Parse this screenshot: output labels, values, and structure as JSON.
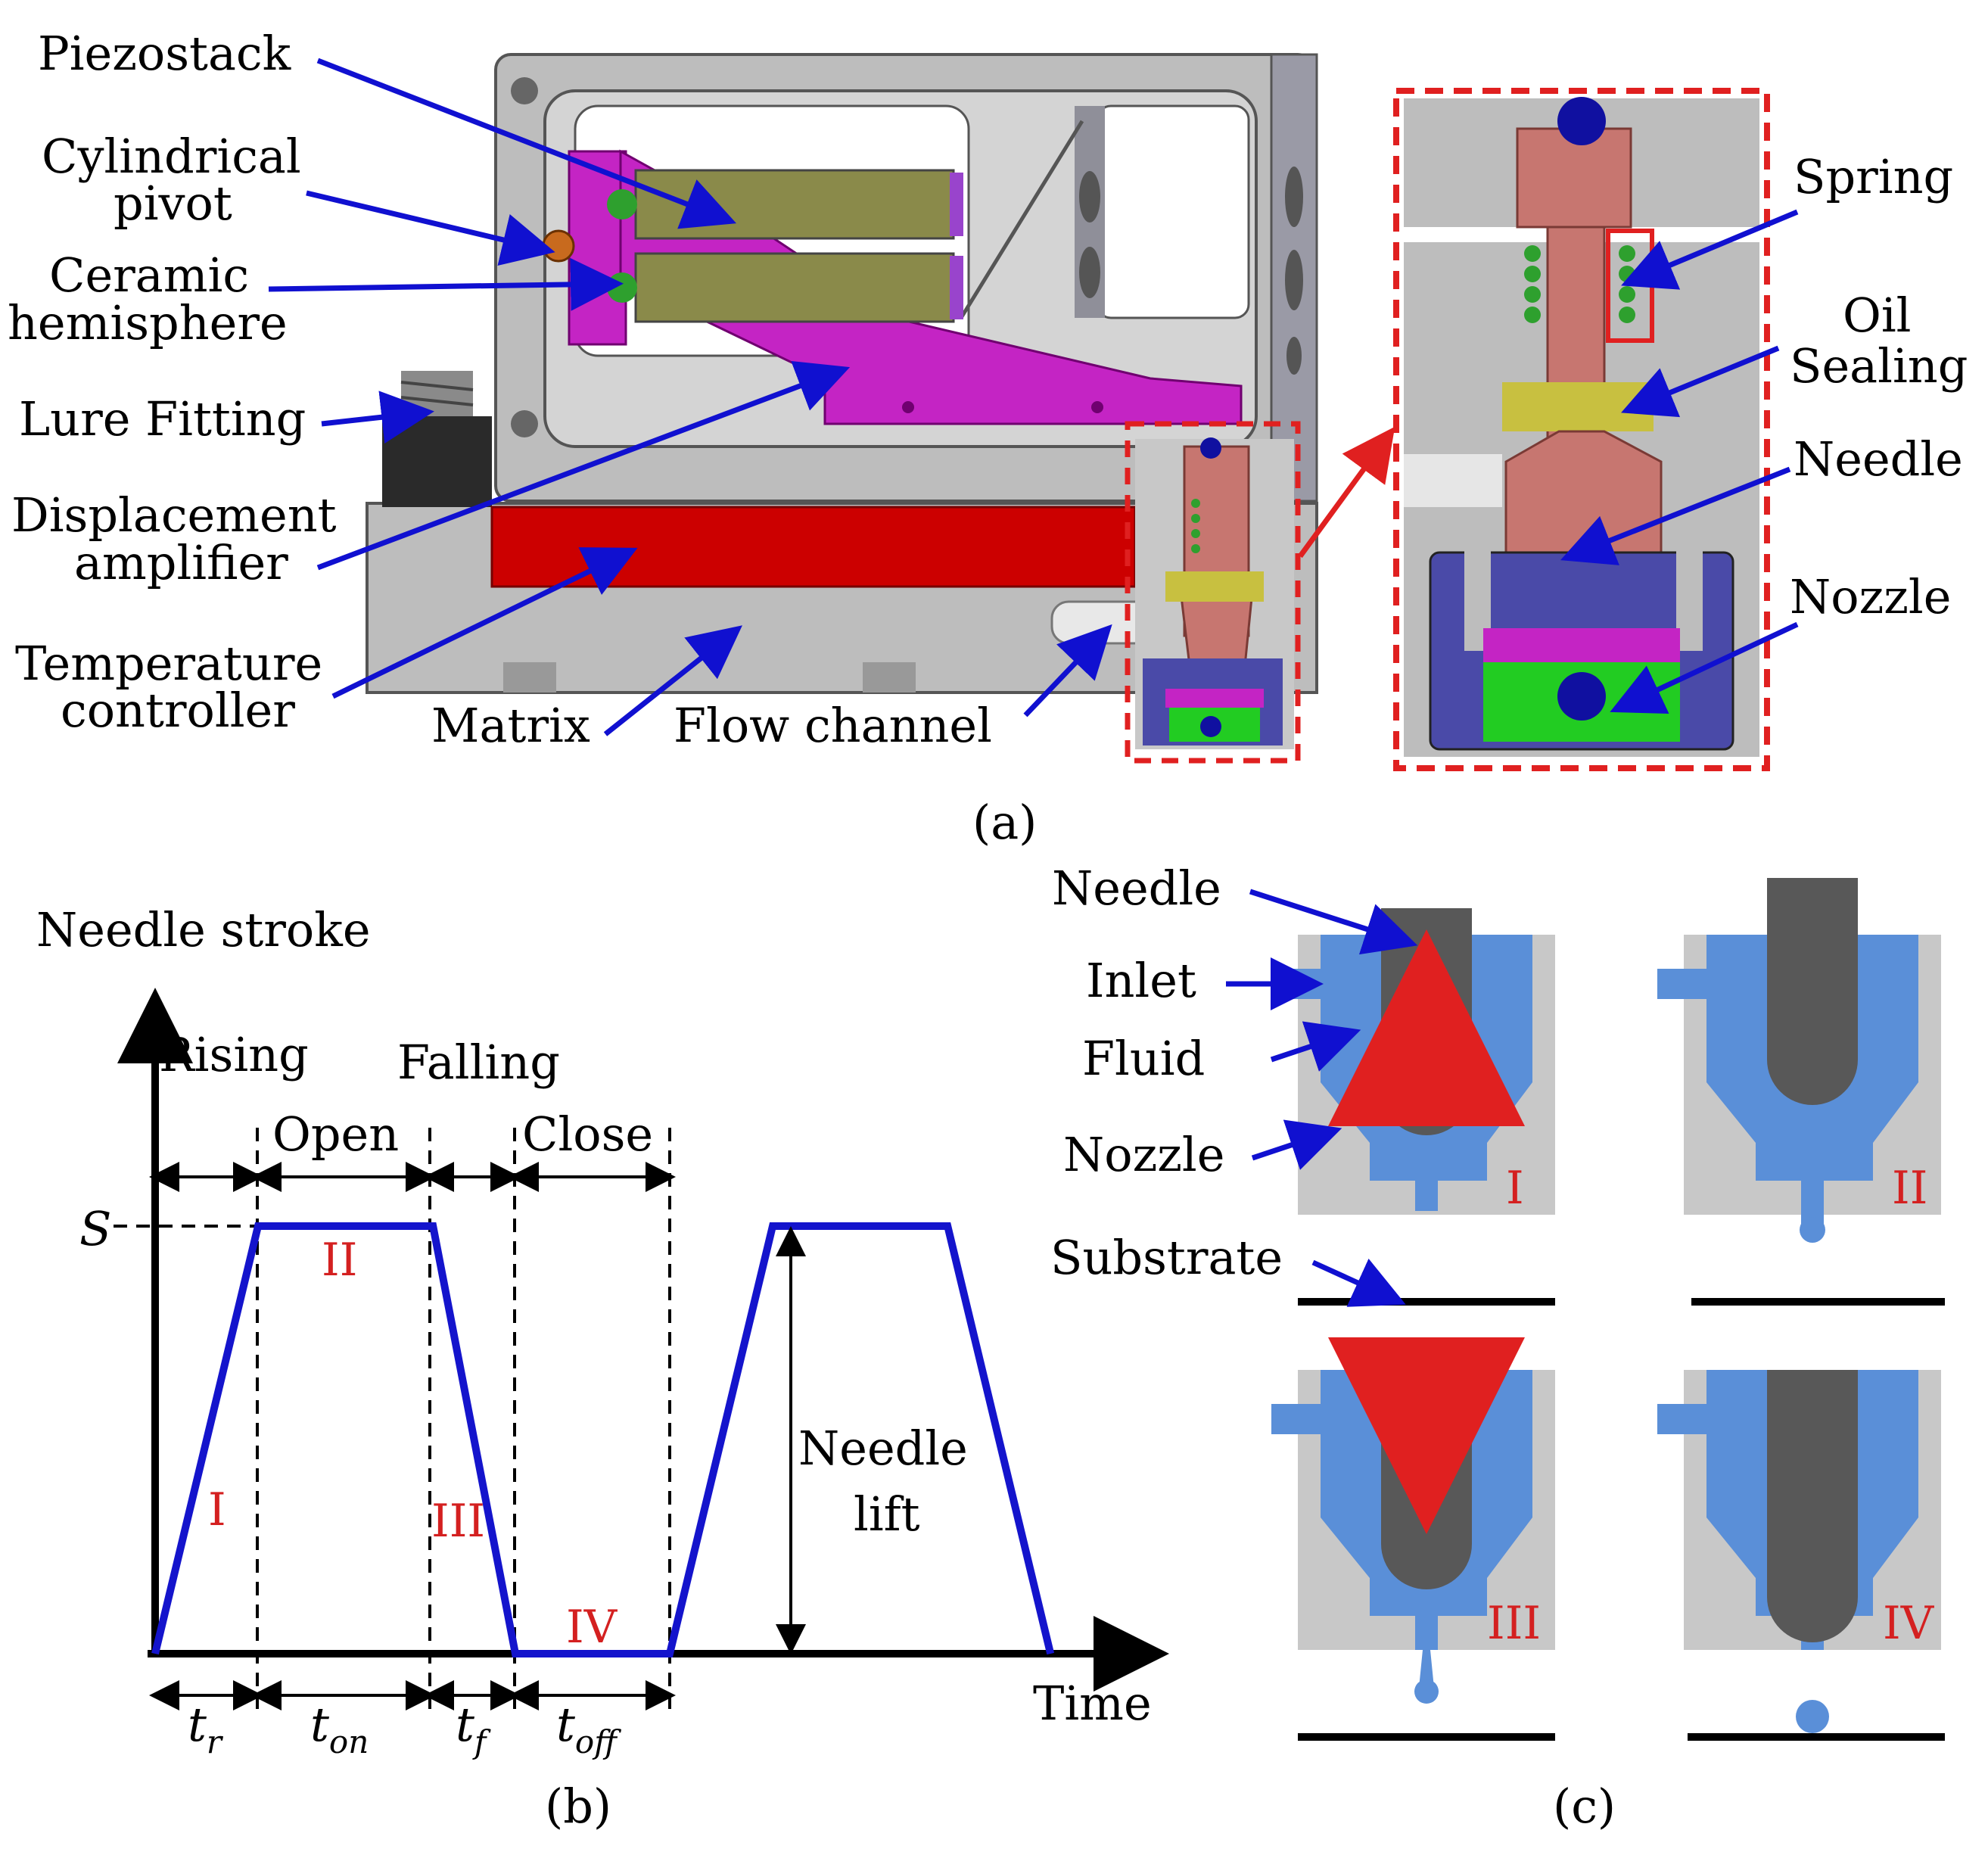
{
  "panel_a": {
    "caption": "(a)",
    "labels": {
      "piezostack": "Piezostack",
      "cylindrical_1": "Cylindrical",
      "cylindrical_2": "pivot",
      "ceramic_1": "Ceramic",
      "ceramic_2": "hemisphere",
      "lure": "Lure Fitting",
      "displacement_1": "Displacement",
      "displacement_2": "amplifier",
      "temperature_1": "Temperature",
      "temperature_2": "controller",
      "matrix": "Matrix",
      "flow": "Flow  channel",
      "spring": "Spring",
      "oil_1": "Oil",
      "oil_2": "Sealing",
      "needle": "Needle",
      "nozzle": "Nozzle"
    },
    "colors": {
      "housing": "#bdbdbd",
      "piezo": "#8a8a4a",
      "amplifier": "#c424c4",
      "heater": "#cc0000",
      "needle": "#c77670",
      "nozzle_cap": "#4a4aa8",
      "seal": "#c8c040",
      "spring": "#2ea02e",
      "ball": "#1010a0",
      "detail_box": "#e02020"
    }
  },
  "panel_b": {
    "caption": "(b)",
    "ylabel": "Needle stroke",
    "xlabel": "Time",
    "s_label": "S",
    "phases": {
      "rising": "Rising",
      "open": "Open",
      "falling": "Falling",
      "close": "Close"
    },
    "stage_labels": [
      "I",
      "II",
      "III",
      "IV"
    ],
    "needle_lift_1": "Needle",
    "needle_lift_2": "lift",
    "times": [
      "t",
      "t",
      "t",
      "t"
    ],
    "time_subs": [
      "r",
      "on",
      "f",
      "off"
    ],
    "chart_data": {
      "type": "line",
      "series": [
        {
          "x": [
            0,
            1,
            2.7,
            3.5,
            5.0,
            6.0,
            7.7,
            8.7
          ],
          "y": [
            0,
            1,
            1,
            0,
            0,
            1,
            1,
            0
          ]
        }
      ]
    }
  },
  "panel_c": {
    "caption": "(c)",
    "labels": {
      "needle": "Needle",
      "inlet": "Inlet",
      "fluid": "Fluid",
      "nozzle": "Nozzle",
      "substrate": "Substrate"
    },
    "stages": [
      "I",
      "II",
      "III",
      "IV"
    ],
    "colors": {
      "body": "#c8c8c8",
      "fluid": "#5a8fd8",
      "needle": "#585858",
      "motion_arrow": "#cc0000"
    }
  }
}
